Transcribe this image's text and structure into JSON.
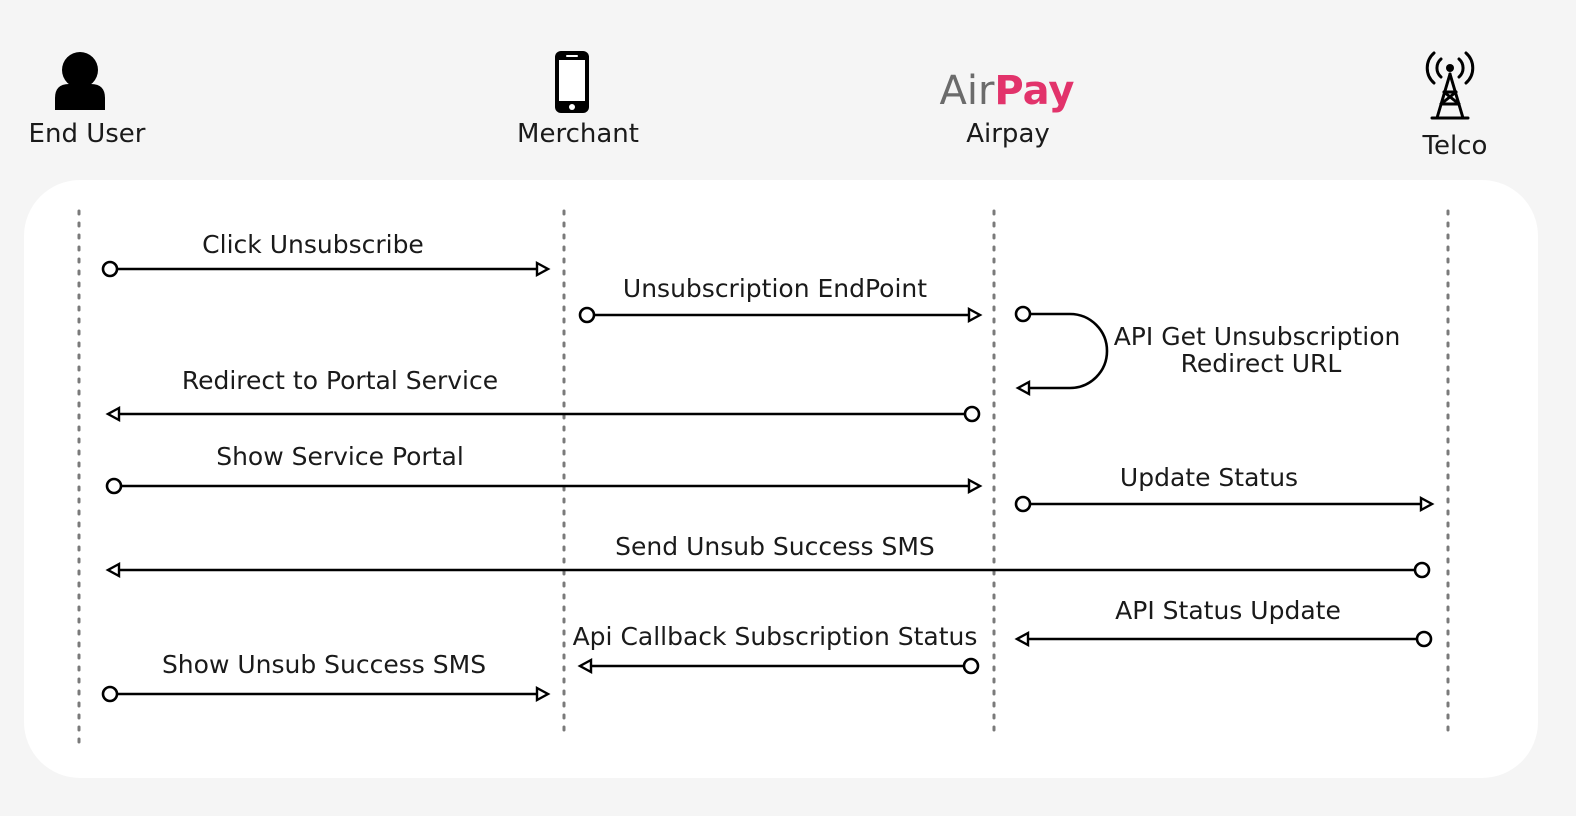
{
  "actors": [
    {
      "id": "end-user",
      "label": "End User",
      "icon": "person-icon"
    },
    {
      "id": "merchant",
      "label": "Merchant",
      "icon": "smartphone-icon"
    },
    {
      "id": "airpay",
      "label": "Airpay",
      "icon": "airpay-logo"
    },
    {
      "id": "telco",
      "label": "Telco",
      "icon": "cell-tower-icon"
    }
  ],
  "logo": {
    "part1": "Air",
    "part2": "Pay"
  },
  "messages": [
    {
      "id": "click-unsubscribe",
      "from": "end-user",
      "to": "merchant",
      "label": "Click Unsubscribe"
    },
    {
      "id": "unsubscription-endpoint",
      "from": "merchant",
      "to": "airpay",
      "label": "Unsubscription EndPoint"
    },
    {
      "id": "api-get-unsubscription",
      "from": "airpay",
      "to": "airpay",
      "label_lines": [
        "API Get Unsubscription",
        "Redirect URL"
      ]
    },
    {
      "id": "redirect-to-portal",
      "from": "airpay",
      "to": "end-user",
      "label": "Redirect to Portal Service"
    },
    {
      "id": "show-service-portal",
      "from": "end-user",
      "to": "airpay",
      "label": "Show Service Portal"
    },
    {
      "id": "update-status",
      "from": "airpay",
      "to": "telco",
      "label": "Update Status"
    },
    {
      "id": "send-unsub-success-sms",
      "from": "telco",
      "to": "end-user",
      "label": "Send Unsub Success SMS"
    },
    {
      "id": "api-status-update",
      "from": "telco",
      "to": "airpay",
      "label": "API Status Update"
    },
    {
      "id": "api-callback-subscription-status",
      "from": "airpay",
      "to": "merchant",
      "label": "Api Callback Subscription Status"
    },
    {
      "id": "show-unsub-success-sms",
      "from": "end-user",
      "to": "merchant",
      "label": "Show Unsub Success SMS"
    }
  ],
  "colors": {
    "background": "#f5f5f5",
    "panel": "#ffffff",
    "lifeline": "#7a7a7a",
    "logo_air": "#6b6b6b",
    "logo_pay": "#e2336b",
    "logo_accent": "#e2336b"
  }
}
